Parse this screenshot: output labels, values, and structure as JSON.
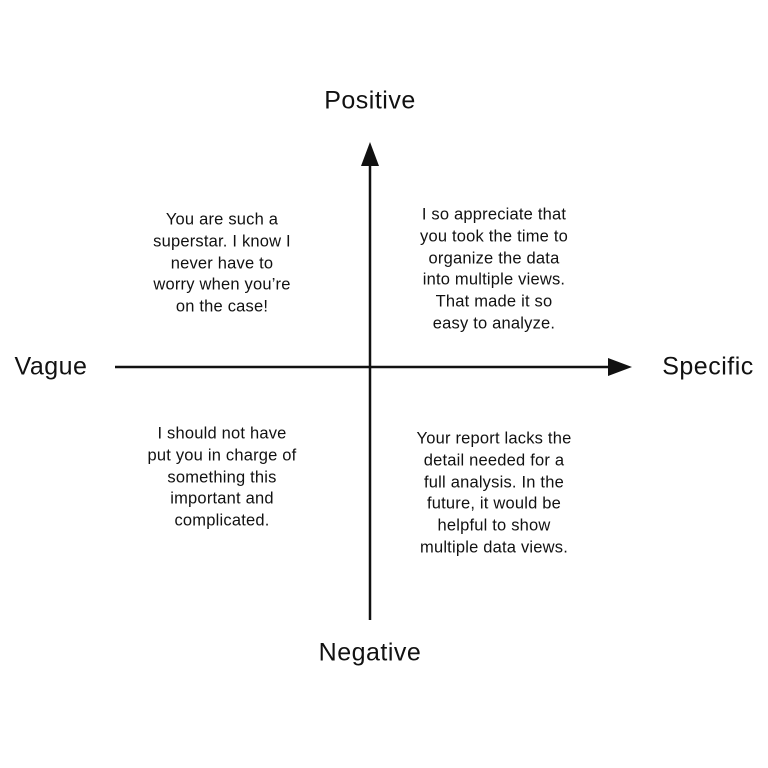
{
  "diagram": {
    "type": "quadrant-matrix",
    "axes": {
      "vertical": {
        "top_label": "Positive",
        "bottom_label": "Negative"
      },
      "horizontal": {
        "left_label": "Vague",
        "right_label": "Specific"
      }
    },
    "quadrants": {
      "top_left": {
        "meaning": "vague-positive",
        "text": "You are such a\nsuperstar. I know I\nnever have to\nworry when you’re\non the case!"
      },
      "top_right": {
        "meaning": "specific-positive",
        "text": "I so appreciate that\nyou took the time to\norganize the data\ninto multiple views.\nThat made it so\neasy to analyze."
      },
      "bottom_left": {
        "meaning": "vague-negative",
        "text": "I should not have\nput you in charge of\nsomething this\nimportant and\ncomplicated."
      },
      "bottom_right": {
        "meaning": "specific-negative",
        "text": "Your report lacks the\ndetail needed for a\nfull analysis. In the\nfuture, it would be\nhelpful to show\nmultiple data views."
      }
    },
    "colors": {
      "line": "#111111",
      "text": "#111111",
      "background": "#ffffff"
    }
  }
}
